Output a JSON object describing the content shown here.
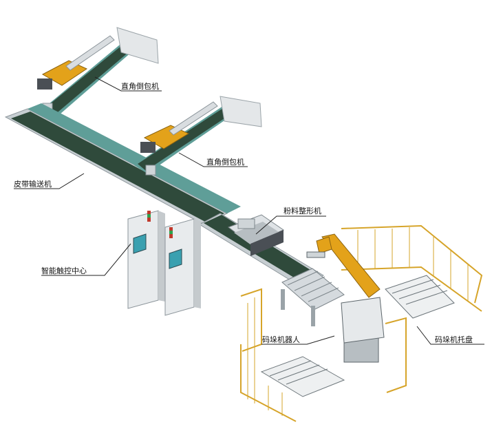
{
  "labels": {
    "folder_1": "直角倒包机",
    "folder_2": "直角倒包机",
    "belt_conveyor": "皮带输送机",
    "shaping_machine": "粉料整形机",
    "control_center": "智能触控中心",
    "palletizing_robot": "码垛机器人",
    "robot_pallet": "码垛机托盘"
  },
  "colors": {
    "belt": "#2f4a3b",
    "belt_side": "#5f9e98",
    "frame": "#c7ced2",
    "accent_orange": "#e3a21a",
    "fence": "#d6a429",
    "cabinet": "#dde1e3",
    "screen": "#3aa0b0",
    "text": "#111111"
  }
}
